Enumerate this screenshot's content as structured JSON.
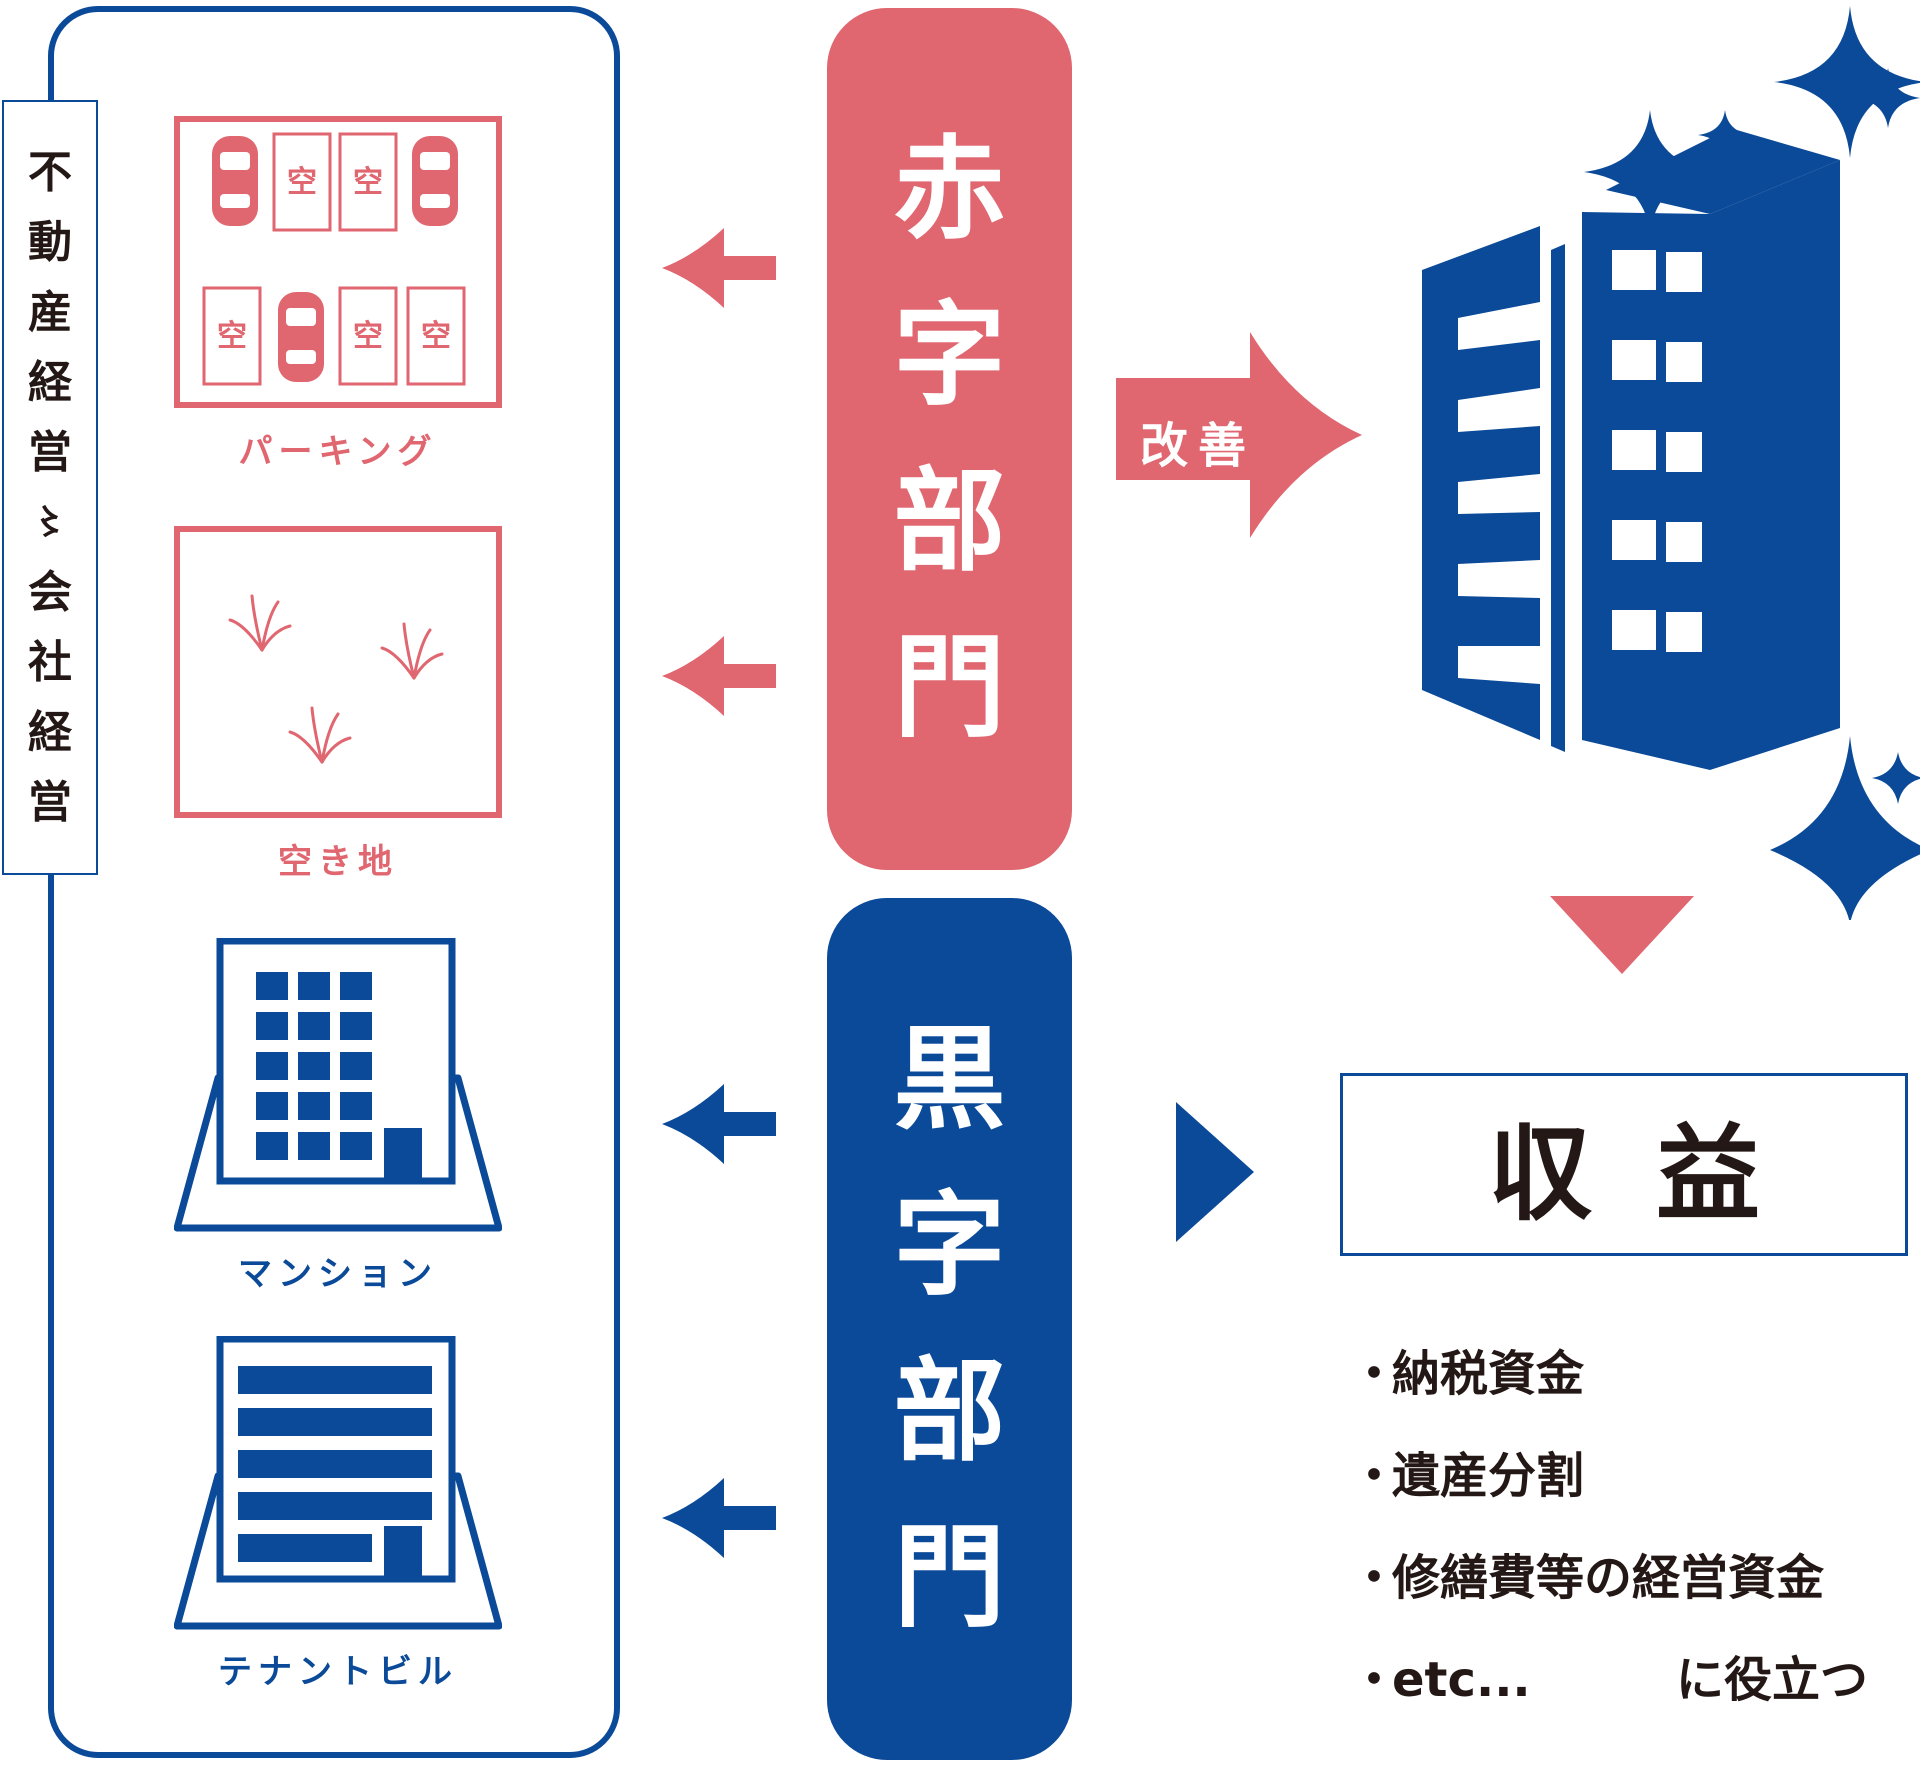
{
  "side_label": [
    "不",
    "動",
    "産",
    "経",
    "営",
    "〻",
    "会",
    "社",
    "経",
    "営"
  ],
  "left_panel": {
    "parking": {
      "caption": "パーキング",
      "vacant_mark": "空"
    },
    "vacant_lot": {
      "caption": "空き地"
    },
    "mansion": {
      "caption": "マンション"
    },
    "tenant_building": {
      "caption": "テナントビル"
    }
  },
  "red_department": {
    "chars": [
      "赤",
      "字",
      "部",
      "門"
    ]
  },
  "black_department": {
    "chars": [
      "黒",
      "字",
      "部",
      "門"
    ]
  },
  "improve_arrow": {
    "label": "改善"
  },
  "profit": {
    "label": "収益"
  },
  "benefits": [
    "納税資金",
    "遺産分割",
    "修繕費等の経営資金",
    "etc..."
  ],
  "benefits_suffix": "に役立つ",
  "colors": {
    "red": "#e06670",
    "blue": "#0b4a98",
    "text": "#231815"
  }
}
